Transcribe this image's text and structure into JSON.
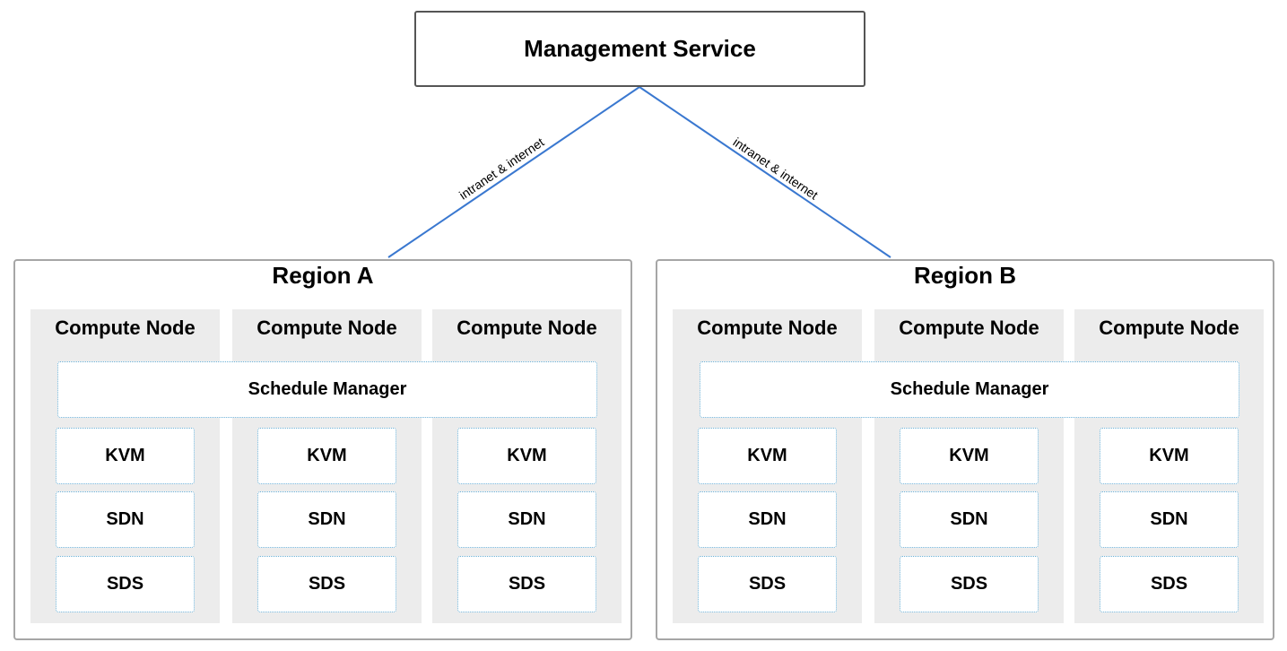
{
  "management": {
    "label": "Management Service"
  },
  "links": [
    {
      "label": "intranet & internet"
    },
    {
      "label": "intranet & internet"
    }
  ],
  "link_color": "#3a78d0",
  "regions": [
    {
      "title": "Region A",
      "schedule_manager": "Schedule Manager",
      "nodes": [
        {
          "title": "Compute Node",
          "components": [
            "KVM",
            "SDN",
            "SDS"
          ]
        },
        {
          "title": "Compute Node",
          "components": [
            "KVM",
            "SDN",
            "SDS"
          ]
        },
        {
          "title": "Compute Node",
          "components": [
            "KVM",
            "SDN",
            "SDS"
          ]
        }
      ]
    },
    {
      "title": "Region B",
      "schedule_manager": "Schedule Manager",
      "nodes": [
        {
          "title": "Compute Node",
          "components": [
            "KVM",
            "SDN",
            "SDS"
          ]
        },
        {
          "title": "Compute Node",
          "components": [
            "KVM",
            "SDN",
            "SDS"
          ]
        },
        {
          "title": "Compute Node",
          "components": [
            "KVM",
            "SDN",
            "SDS"
          ]
        }
      ]
    }
  ]
}
